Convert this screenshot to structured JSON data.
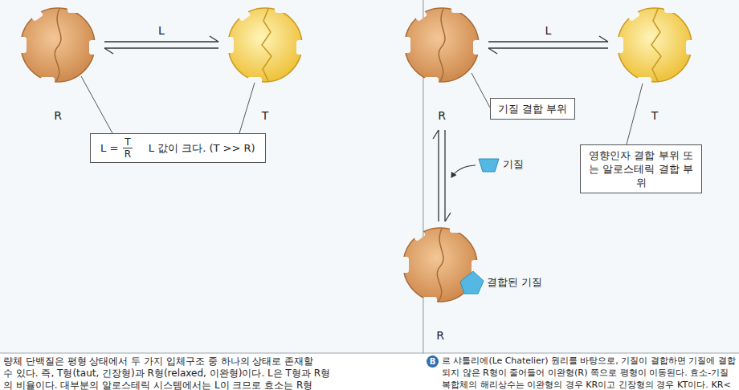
{
  "diagram": {
    "nodes": [
      {
        "text": [
          "R"
        ]
      },
      {
        "text": [
          "T"
        ]
      },
      {
        "text": [
          "L =",
          "T",
          "R",
          "L 값이 크다. (T >> R)"
        ]
      },
      {
        "text": [
          "R"
        ]
      },
      {
        "text": [
          "T"
        ]
      },
      {
        "text": [
          "기질 결합 부위"
        ]
      },
      {
        "text": [
          "영향인자 결합 부위 또는 알로스테릭 결합 부위"
        ]
      },
      {
        "text": [
          "R"
        ]
      }
    ],
    "edges": [
      {
        "from": 0,
        "to": 1,
        "arrow": "both",
        "label": "L"
      },
      {
        "from": 3,
        "to": 4,
        "arrow": "both",
        "label": "L"
      },
      {
        "from": 3,
        "to": 7,
        "arrow": "both"
      }
    ],
    "labels": [
      "기질",
      "결합된 기질",
      "량체 단백질은 평형 상태에서 두 가지 입체구조 중 하나의 상태로 존재할",
      "수 있다. 즉, T형(taut, 긴장형)과 R형(relaxed, 이완형)이다. L은 T형과 R형",
      "의 비율이다. 대부분의 알로스테릭 시스템에서는 L이 크므로 효소는 R형",
      "B",
      "르 샤틀리에(Le Chatelier) 원리를 바탕으로, 기질이 결합하면 기질에 결합",
      "되지 않은 R형이 줄어들어 이완형(R) 쪽으로 평형이 이동된다. 효소-기질",
      "복합체의 해리상수는 이완형의 경우 KR이고 긴장형의 경우 KT이다. KR<"
    ]
  }
}
